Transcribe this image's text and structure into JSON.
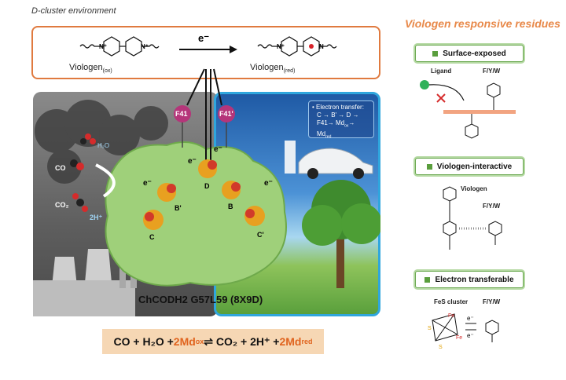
{
  "left_title": "D-cluster environment",
  "right_title": "Viologen responsive residues",
  "reaction": {
    "electron": "e⁻",
    "left_name": "Viologen",
    "left_sub": "(ox)",
    "right_name": "Viologen",
    "right_sub": "(red)",
    "n_plus": "N⁺",
    "n_dot": "N"
  },
  "figure": {
    "f41_left": "F41",
    "f41_right": "F41'",
    "electron": "e⁻",
    "cluster_D": "D",
    "cluster_B": "B",
    "cluster_B_prime": "B'",
    "cluster_C": "C",
    "cluster_C_prime": "C'",
    "co": "CO",
    "h2o": "H₂O",
    "co2": "CO₂",
    "h2": "2H⁺",
    "enzyme": "ChCODH2 G57L59 (8X9D)"
  },
  "electron_transfer": {
    "title": "• Electron transfer:",
    "line1": "C → B' → D →",
    "line2": "F41→ Md",
    "line2_sub1": "ox",
    "line2_arrow": "→ Md",
    "line2_sub2": "red"
  },
  "equation": {
    "a": "CO + H₂O + ",
    "b": "2Md",
    "b_sub": "ox",
    "c": " ⇌ CO₂ + 2H⁺ + ",
    "d": "2Md",
    "d_sub": "red"
  },
  "side": {
    "box1": "Surface-exposed",
    "box2": "Viologen-interactive",
    "box3": "Electron transferable",
    "ligand": "Ligand",
    "fyw1": "F/Y/W",
    "viologen": "Viologen",
    "fyw2": "F/Y/W",
    "fes": "FeS cluster",
    "fyw3": "F/Y/W",
    "fe": "Fe",
    "s": "S",
    "e": "e⁻"
  },
  "colors": {
    "accent_orange": "#e07a3f",
    "md_orange": "#e0641f",
    "side_green": "#6aa84f",
    "panel_blue": "#2fa6dd",
    "f41_magenta": "#b5357a"
  }
}
